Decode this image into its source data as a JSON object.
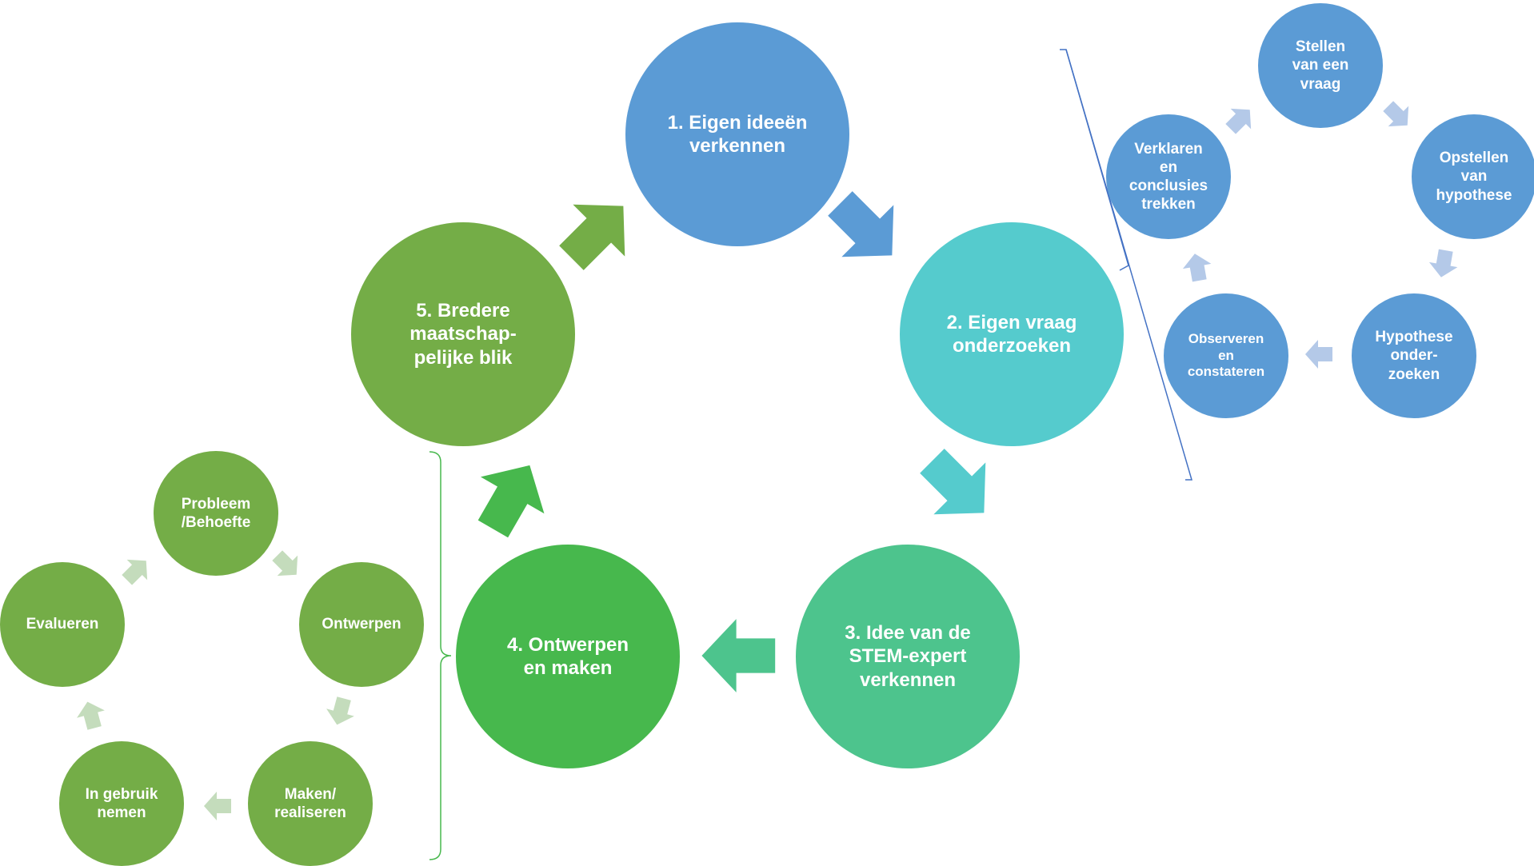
{
  "colors": {
    "blue": "#5b9bd5",
    "cyan": "#55cbcd",
    "teal": "#4dc48d",
    "green": "#47b84d",
    "olive": "#74ad47",
    "pale_blue": "#b4c9e8",
    "pale_green": "#c4dcbc",
    "bracket_blue": "#4472c4",
    "bracket_green": "#47b84d"
  },
  "main_cycle": {
    "step1": "1. Eigen ideeën\nverkennen",
    "step2": "2. Eigen vraag\nonderzoeken",
    "step3": "3. Idee van de\nSTEM-expert\nverkennen",
    "step4": "4. Ontwerpen\nen maken",
    "step5": "5. Bredere\nmaatschap-\npelijke blik"
  },
  "research_cycle": {
    "question": "Stellen\nvan een\nvraag",
    "hypothesis": "Opstellen\nvan\nhypothese",
    "investigate": "Hypothese\nonder-\nzoeken",
    "observe": "Observeren\nen\nconstateren",
    "conclude": "Verklaren\nen\nconclusies\ntrekken"
  },
  "design_cycle": {
    "problem": "Probleem\n/Behoefte",
    "design": "Ontwerpen",
    "make": "Maken/\nrealiseren",
    "use": "In gebruik\nnemen",
    "evaluate": "Evalueren"
  }
}
